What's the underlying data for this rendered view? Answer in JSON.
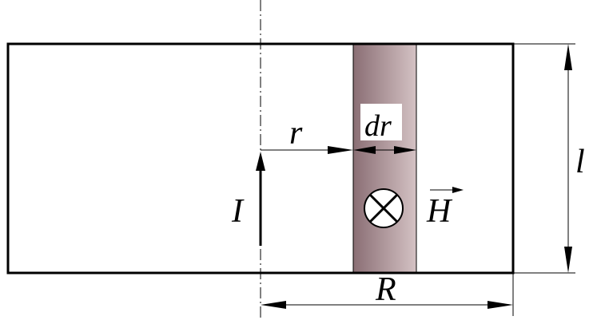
{
  "labels": {
    "radius": "r",
    "thickness": "dr",
    "current": "I",
    "field": "H",
    "outer_radius": "R",
    "length": "l"
  },
  "symbols": {
    "field_direction": "cross-into-page-icon"
  },
  "colors": {
    "shell_dark": "#8a6e74",
    "shell_light": "#d4c2c4",
    "stroke": "#000000"
  }
}
